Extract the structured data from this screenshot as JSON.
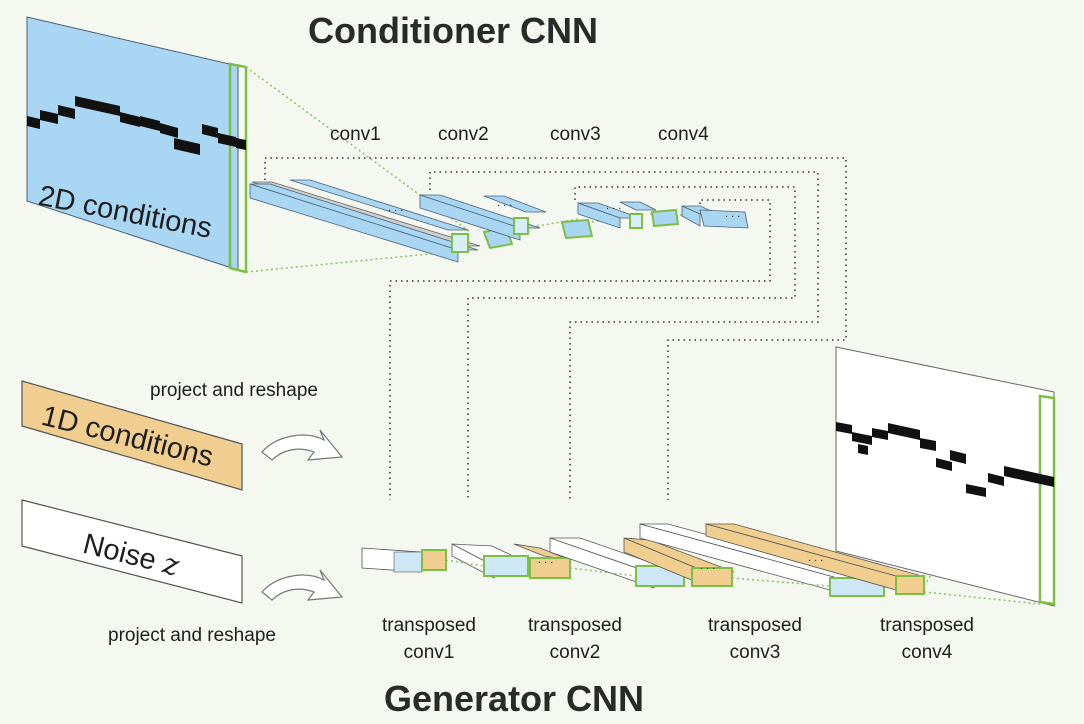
{
  "titles": {
    "conditioner": "Conditioner CNN",
    "generator": "Generator CNN"
  },
  "inputs": {
    "cond2d": "2D conditions",
    "cond1d": "1D conditions",
    "noise": "Noise z"
  },
  "conditioner_layers": [
    "conv1",
    "conv2",
    "conv3",
    "conv4"
  ],
  "generator_layers": [
    {
      "line1": "transposed",
      "line2": "conv1"
    },
    {
      "line1": "transposed",
      "line2": "conv2"
    },
    {
      "line1": "transposed",
      "line2": "conv3"
    },
    {
      "line1": "transposed",
      "line2": "conv4"
    }
  ],
  "project_label": "project and reshape",
  "ellipsis": ". . .",
  "colors": {
    "background": "#f4f8f0",
    "conditioner_blue": "#a9d6f3",
    "generator_orange": "#efce8f",
    "slice_green": "#7bc043",
    "piano_roll": "#111111"
  }
}
